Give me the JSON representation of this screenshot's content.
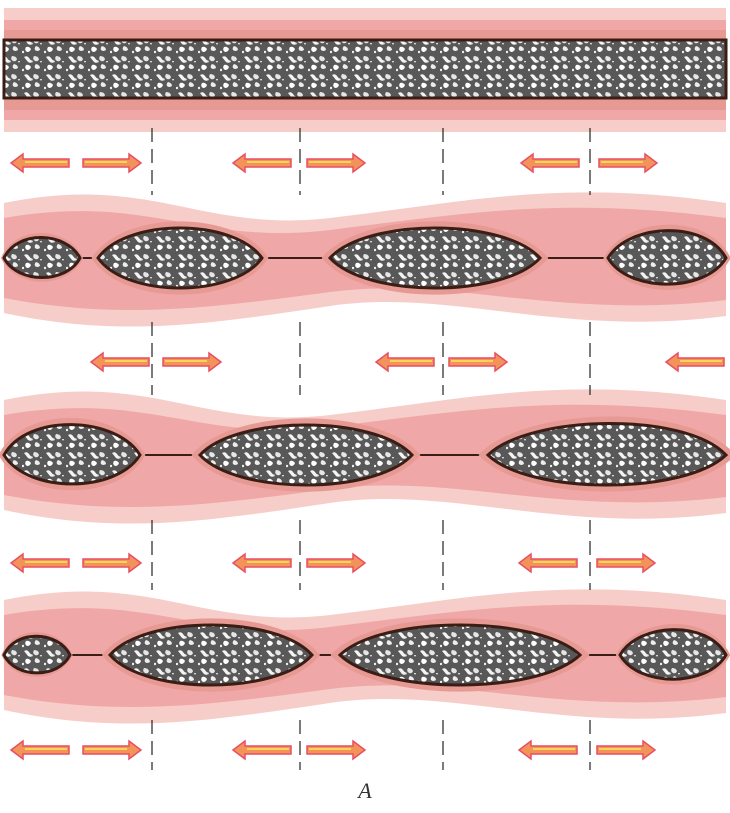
{
  "caption": "A",
  "colors": {
    "sheath_outer": "#f6cdc9",
    "sheath_mid": "#f0a7a7",
    "sheath_inner": "#e79a93",
    "content_dark": "#555555",
    "content_light": "#ffffff",
    "outline": "#3a1e16",
    "arrow_fill": "#f2935a",
    "arrow_edge": "#e84f62",
    "arrow_highlight": "#f7d35a",
    "dash_line": "#333333"
  },
  "panels": [
    {
      "name": "straight-tube",
      "segmented": false
    },
    {
      "name": "segment-row-1",
      "segmented": true
    },
    {
      "name": "segment-row-2",
      "segmented": true
    },
    {
      "name": "segment-row-3",
      "segmented": true
    }
  ],
  "arrow_rows": [
    {
      "name": "arrow-row-1",
      "arrows": [
        "left",
        "right",
        "left",
        "right",
        "left",
        "right"
      ]
    },
    {
      "name": "arrow-row-2",
      "arrows": [
        "left",
        "right",
        "left",
        "right",
        "left"
      ]
    },
    {
      "name": "arrow-row-3",
      "arrows": [
        "left",
        "right",
        "left",
        "right",
        "left",
        "right"
      ]
    },
    {
      "name": "arrow-row-4",
      "arrows": [
        "left",
        "right",
        "left",
        "right",
        "left",
        "right"
      ]
    }
  ]
}
